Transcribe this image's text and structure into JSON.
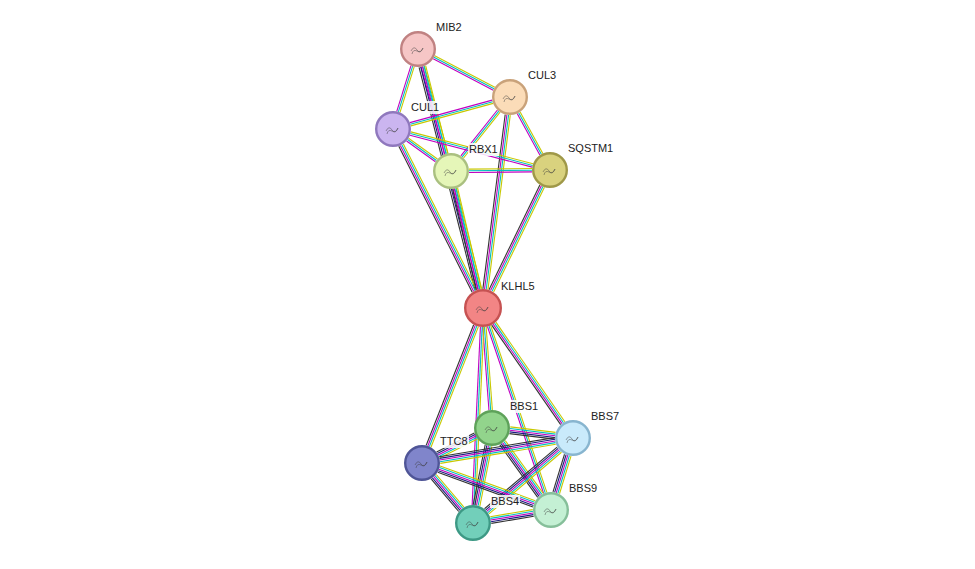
{
  "diagram": {
    "nodes": [
      {
        "text": [
          "MIB2"
        ]
      },
      {
        "text": [
          "CUL3"
        ]
      },
      {
        "text": [
          "CUL1"
        ]
      },
      {
        "text": [
          "RBX1"
        ]
      },
      {
        "text": [
          "SQSTM1"
        ]
      },
      {
        "text": [
          "KLHL5"
        ]
      },
      {
        "text": [
          "BBS1"
        ]
      },
      {
        "text": [
          "BBS7"
        ]
      },
      {
        "text": [
          "TTC8"
        ]
      },
      {
        "text": [
          "BBS4"
        ]
      },
      {
        "text": [
          "BBS9"
        ]
      }
    ],
    "edges": [
      {
        "from": 0,
        "to": 1,
        "arrow": "none"
      },
      {
        "from": 0,
        "to": 2,
        "arrow": "none"
      },
      {
        "from": 0,
        "to": 3,
        "arrow": "none"
      },
      {
        "from": 0,
        "to": 5,
        "arrow": "none"
      },
      {
        "from": 1,
        "to": 2,
        "arrow": "none"
      },
      {
        "from": 1,
        "to": 3,
        "arrow": "none"
      },
      {
        "from": 1,
        "to": 4,
        "arrow": "none"
      },
      {
        "from": 1,
        "to": 5,
        "arrow": "none"
      },
      {
        "from": 2,
        "to": 3,
        "arrow": "none"
      },
      {
        "from": 2,
        "to": 4,
        "arrow": "none"
      },
      {
        "from": 2,
        "to": 5,
        "arrow": "none"
      },
      {
        "from": 3,
        "to": 4,
        "arrow": "none"
      },
      {
        "from": 3,
        "to": 5,
        "arrow": "none"
      },
      {
        "from": 4,
        "to": 5,
        "arrow": "none"
      },
      {
        "from": 5,
        "to": 6,
        "arrow": "none"
      },
      {
        "from": 5,
        "to": 7,
        "arrow": "none"
      },
      {
        "from": 5,
        "to": 8,
        "arrow": "none"
      },
      {
        "from": 5,
        "to": 9,
        "arrow": "none"
      },
      {
        "from": 5,
        "to": 10,
        "arrow": "none"
      },
      {
        "from": 6,
        "to": 7,
        "arrow": "none"
      },
      {
        "from": 6,
        "to": 8,
        "arrow": "none"
      },
      {
        "from": 6,
        "to": 9,
        "arrow": "none"
      },
      {
        "from": 6,
        "to": 10,
        "arrow": "none"
      },
      {
        "from": 7,
        "to": 8,
        "arrow": "none"
      },
      {
        "from": 7,
        "to": 9,
        "arrow": "none"
      },
      {
        "from": 7,
        "to": 10,
        "arrow": "none"
      },
      {
        "from": 8,
        "to": 9,
        "arrow": "none"
      },
      {
        "from": 8,
        "to": 10,
        "arrow": "none"
      },
      {
        "from": 9,
        "to": 10,
        "arrow": "none"
      }
    ]
  }
}
